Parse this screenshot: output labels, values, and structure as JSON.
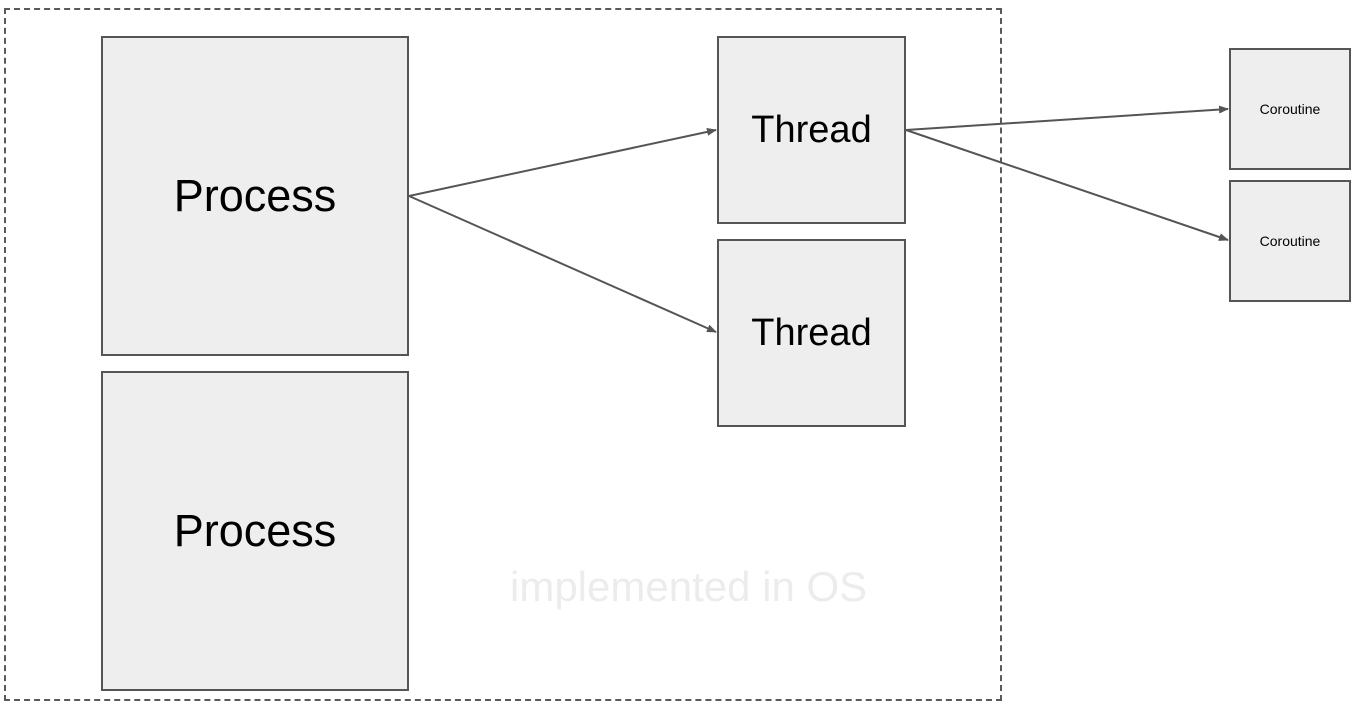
{
  "diagram": {
    "boundary_label": "implemented in OS",
    "processes": [
      {
        "label": "Process"
      },
      {
        "label": "Process"
      }
    ],
    "threads": [
      {
        "label": "Thread"
      },
      {
        "label": "Thread"
      }
    ],
    "coroutines": [
      {
        "label": "Coroutine"
      },
      {
        "label": "Coroutine"
      }
    ],
    "edges": [
      {
        "from": "process-1",
        "to": "thread-1"
      },
      {
        "from": "process-1",
        "to": "thread-2"
      },
      {
        "from": "thread-1",
        "to": "coroutine-1"
      },
      {
        "from": "thread-1",
        "to": "coroutine-2"
      }
    ],
    "colors": {
      "box_fill": "#eeeeee",
      "box_border": "#555555",
      "arrow": "#555555",
      "boundary": "#5a5a5a",
      "boundary_label": "#ececec"
    }
  }
}
